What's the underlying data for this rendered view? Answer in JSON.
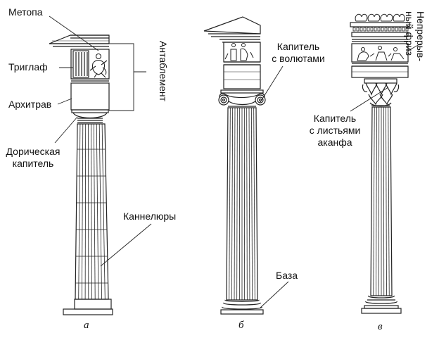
{
  "columns": {
    "doric": {
      "caption": "а",
      "labels": {
        "metope": "Метопа",
        "triglyph": "Триглаф",
        "architrave": "Архитрав",
        "capital_line1": "Дорическая",
        "capital_line2": "капитель",
        "flutes": "Каннелюры",
        "entablature": "Антаблемент"
      }
    },
    "ionic": {
      "caption": "б",
      "labels": {
        "capital_line1": "Капитель",
        "capital_line2": "с волютами",
        "base": "База"
      }
    },
    "corinthian": {
      "caption": "в",
      "labels": {
        "capital_line1": "Капитель",
        "capital_line2": "с листьями",
        "capital_line3": "аканфа",
        "frieze_line1": "Непрерыв-",
        "frieze_line2": "ный фриз"
      }
    }
  }
}
